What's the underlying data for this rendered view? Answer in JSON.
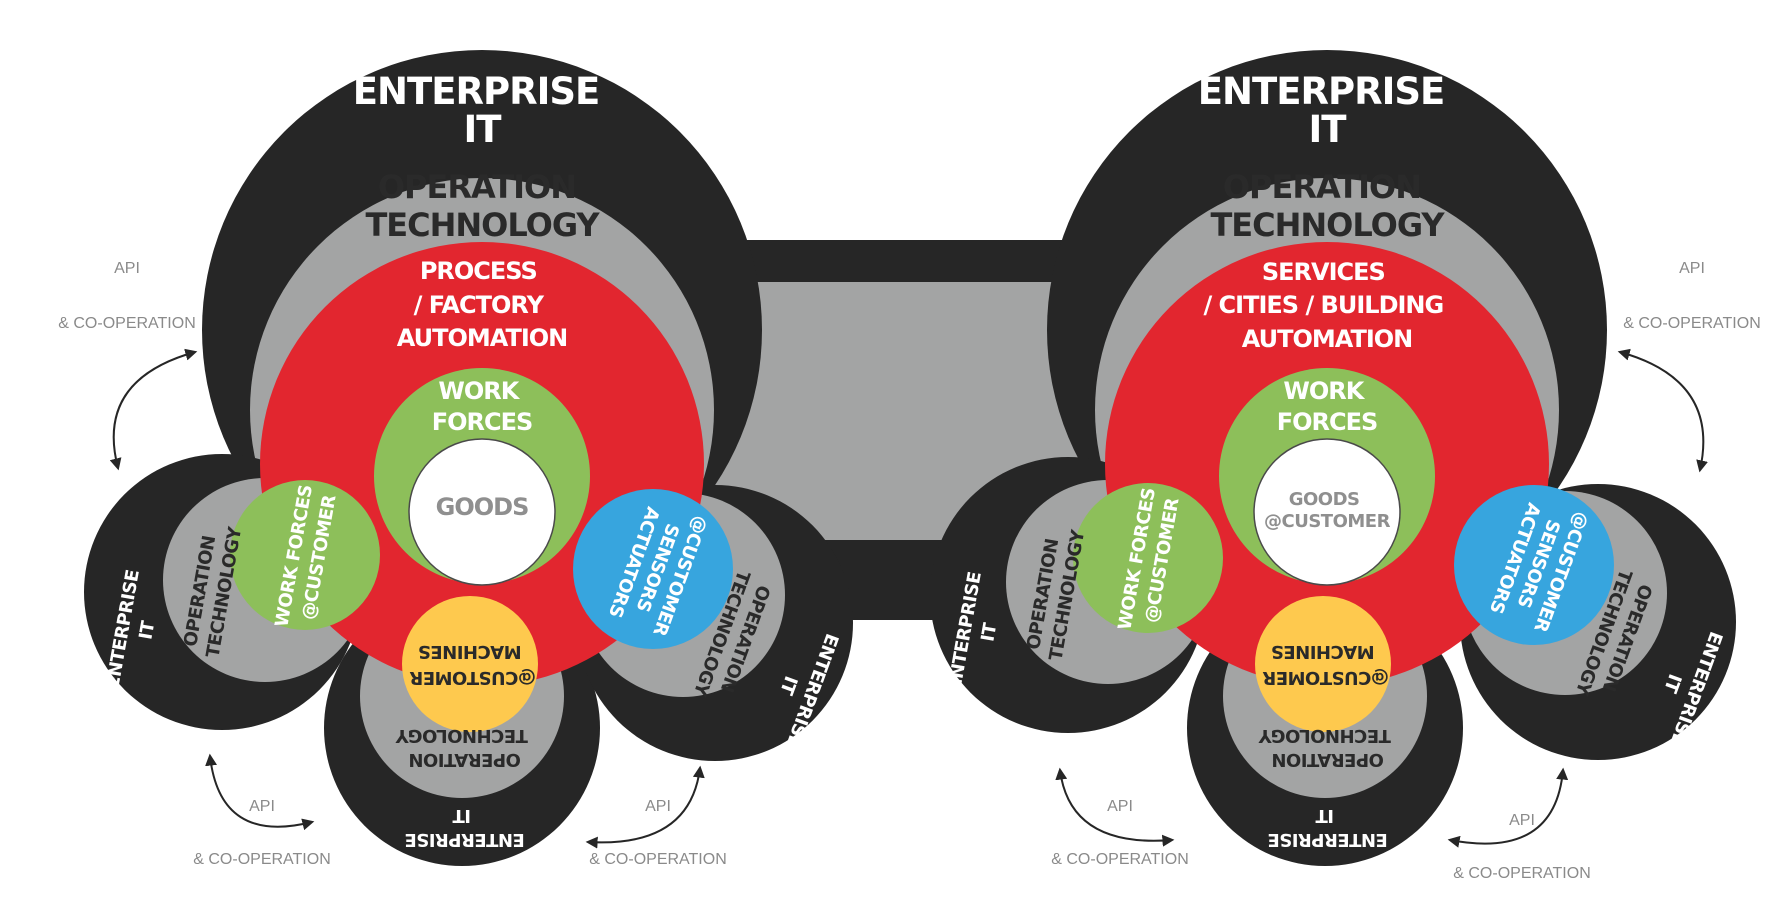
{
  "colors": {
    "enterprise": "#262626",
    "operation": "#a3a4a4",
    "automation": "#e2262f",
    "workforces": "#8dbf5a",
    "sensors": "#37a5de",
    "machines": "#fec94e",
    "goods": "#ffffff",
    "connector": "#262626"
  },
  "icons": [
    "curved-double-arrow-icon"
  ],
  "left": {
    "enterprise_it": [
      "ENTERPRISE",
      "IT"
    ],
    "operation_technology": [
      "OPERATION",
      "TECHNOLOGY"
    ],
    "automation": [
      "PROCESS",
      "/ FACTORY",
      "AUTOMATION"
    ],
    "work_forces": [
      "WORK",
      "FORCES"
    ],
    "goods": [
      "GOODS"
    ],
    "satellite_work_forces": [
      "WORK FORCES",
      "@CUSTOMER"
    ],
    "satellite_sensors": [
      "@CUSTOMER",
      "SENSORS",
      "ACTUATORS"
    ],
    "satellite_machines": [
      "@CUSTOMER",
      "MACHINES"
    ],
    "api_labels": [
      {
        "api": "API",
        "coop": "& CO-OPERATION"
      },
      {
        "api": "API",
        "coop": "& CO-OPERATION"
      },
      {
        "api": "API",
        "coop": "& CO-OPERATION"
      }
    ]
  },
  "right": {
    "enterprise_it": [
      "ENTERPRISE",
      "IT"
    ],
    "operation_technology": [
      "OPERATION",
      "TECHNOLOGY"
    ],
    "automation": [
      "SERVICES",
      "/ CITIES / BUILDING",
      "AUTOMATION"
    ],
    "work_forces": [
      "WORK",
      "FORCES"
    ],
    "goods": [
      "GOODS",
      "@CUSTOMER"
    ],
    "satellite_work_forces": [
      "WORK FORCES",
      "@CUSTOMER"
    ],
    "satellite_sensors": [
      "@CUSTOMER",
      "SENSORS",
      "ACTUATORS"
    ],
    "satellite_machines": [
      "@CUSTOMER",
      "MACHINES"
    ],
    "api_labels": [
      {
        "api": "API",
        "coop": "& CO-OPERATION"
      },
      {
        "api": "API",
        "coop": "& CO-OPERATION"
      },
      {
        "api": "API",
        "coop": "& CO-OPERATION"
      }
    ]
  },
  "satellite_operation": [
    "OPERATION",
    "TECHNOLOGY"
  ],
  "satellite_enterprise": [
    "ENTERPRISE",
    "IT"
  ]
}
